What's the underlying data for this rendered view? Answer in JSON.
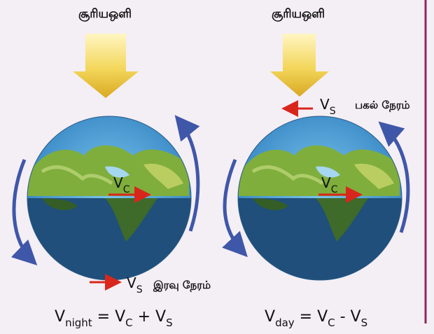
{
  "left_panel": {
    "sunlight_label": "சூரியஒளி",
    "vc_label": "V",
    "vc_sub": "C",
    "vs_label": "V",
    "vs_sub": "S",
    "time_label": "இரவு நேரம்",
    "equation": {
      "lhs": "V",
      "lhs_sub": "night",
      "eq": " = V",
      "sub1": "C",
      "op": " + V",
      "sub2": "S"
    }
  },
  "right_panel": {
    "sunlight_label": "சூரியஒளி",
    "vc_label": "V",
    "vc_sub": "C",
    "vs_label": "V",
    "vs_sub": "S",
    "time_label": "பகல் நேரம்",
    "equation": {
      "lhs": "V",
      "lhs_sub": "day",
      "eq": " = V",
      "sub1": "C",
      "op": " - V",
      "sub2": "S"
    }
  },
  "colors": {
    "background": "#f4eef5",
    "border": "#8b2a5e",
    "arrow_sun": "#e5c23a",
    "ocean_light": "#4a9fd3",
    "ocean_dark": "#1f4f7a",
    "land": "#7fae3c",
    "rotation_arrow": "#3f57a8",
    "velocity_arrow": "#d9261c"
  }
}
